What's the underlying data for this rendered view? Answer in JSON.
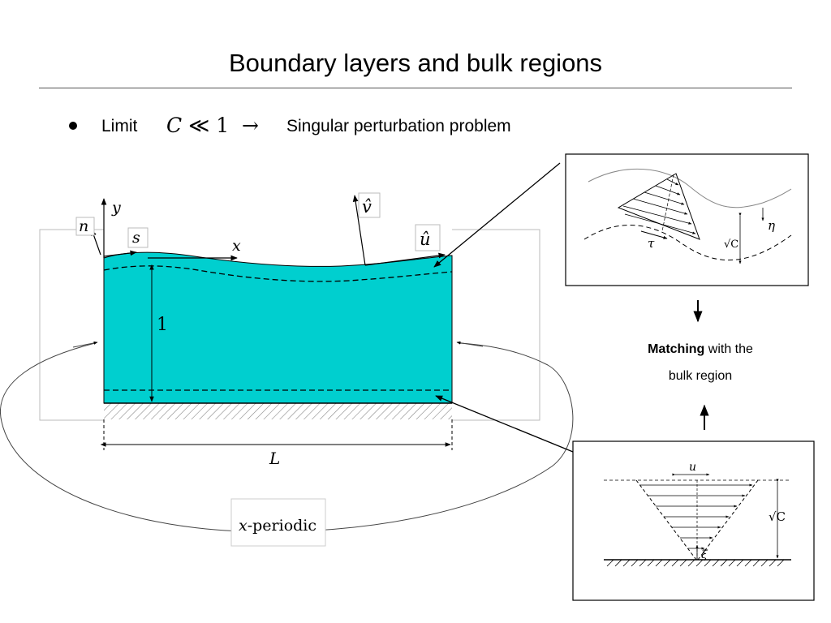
{
  "slide": {
    "title": "Boundary layers and bulk regions",
    "bullet": {
      "label": "Limit",
      "formula_symbol": "C",
      "formula_relation": "≪",
      "formula_value": "1",
      "formula_arrow": "→",
      "result": "Singular perturbation problem"
    }
  },
  "diagram": {
    "labels": {
      "y": "y",
      "n": "n",
      "s": "s",
      "x": "x",
      "v_hat": "v̂",
      "u_hat": "û",
      "height": "1",
      "length": "L",
      "periodic_x": "x",
      "periodic_rest": "-periodic"
    },
    "fluid_color": "#00cfcf"
  },
  "inset_top": {
    "labels": {
      "tau": "τ",
      "eta": "η",
      "sqrtC": "√C"
    }
  },
  "matching": {
    "bold": "Matching",
    "rest_line1": " with the",
    "line2": "bulk region"
  },
  "inset_bottom": {
    "labels": {
      "u": "u",
      "sqrtC": "√C",
      "xi": "ξ"
    }
  }
}
